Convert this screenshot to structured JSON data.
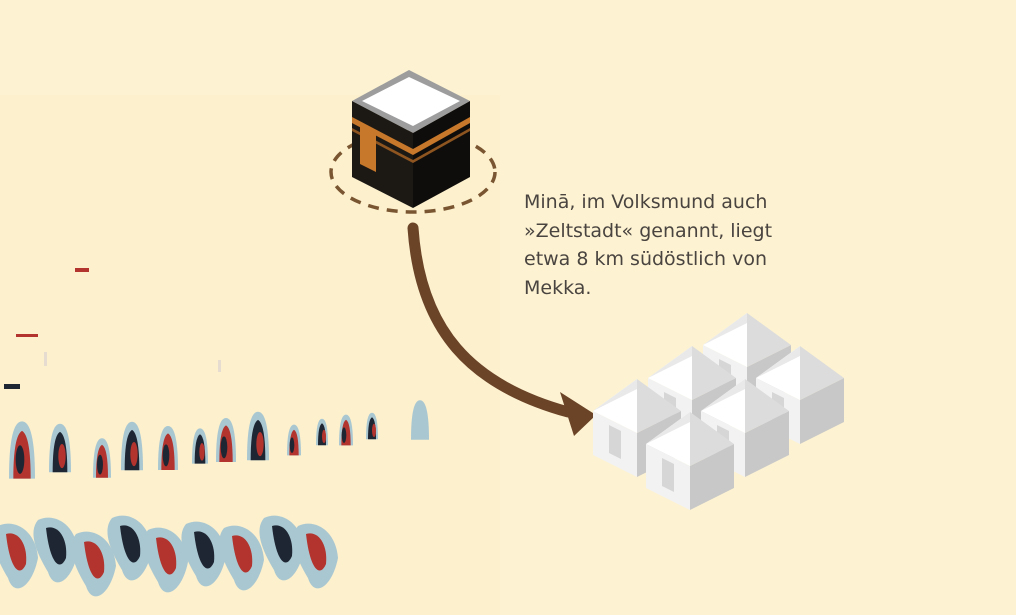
{
  "caption": {
    "lines": [
      "Minā, im Volksmund auch",
      "»Zeltstadt« genannt, liegt",
      "etwa 8 km südöstlich von",
      "Mekka."
    ]
  },
  "colors": {
    "background": "#fdf3d2",
    "arrow": "#6b4327",
    "kaaba_body": "#161310",
    "kaaba_band": "#c7782b",
    "tent_light": "#f2f2f2",
    "tent_shadow": "#c8c8c8",
    "pilgrim_red": "#b3342e",
    "pilgrim_blue": "#a9c7d1",
    "pilgrim_navy": "#1f2633"
  },
  "icons": {
    "kaaba": "kaaba-icon",
    "tents": "tent-city-icon",
    "arrow": "curved-arrow-icon"
  }
}
